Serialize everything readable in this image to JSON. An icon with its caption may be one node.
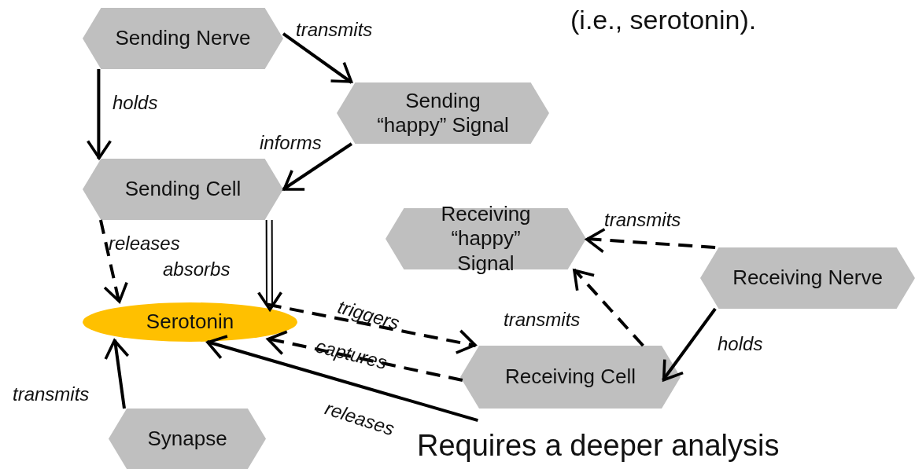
{
  "diagram": {
    "nodes": [
      {
        "text": [
          "Sending Nerve"
        ]
      },
      {
        "text": [
          "Sending “happy” Signal"
        ]
      },
      {
        "text": [
          "Sending Cell"
        ]
      },
      {
        "text": [
          "Receiving “happy” Signal"
        ]
      },
      {
        "text": [
          "Receiving Nerve"
        ]
      },
      {
        "text": [
          "Serotonin"
        ]
      },
      {
        "text": [
          "Receiving Cell"
        ]
      },
      {
        "text": [
          "Synapse"
        ]
      }
    ],
    "edges": [
      {
        "from": 0,
        "to": 1,
        "arrow": "to",
        "label": "transmits"
      },
      {
        "from": 0,
        "to": 2,
        "arrow": "to",
        "label": "holds"
      },
      {
        "from": 1,
        "to": 2,
        "arrow": "to",
        "label": "informs"
      },
      {
        "from": 2,
        "to": 5,
        "arrow": "to",
        "label": "releases",
        "style": "dashed"
      },
      {
        "from": 2,
        "to": 5,
        "arrow": "to",
        "label": "absorbs"
      },
      {
        "from": 5,
        "to": 6,
        "arrow": "to",
        "label": "triggers",
        "style": "dashed"
      },
      {
        "from": 6,
        "to": 5,
        "arrow": "to",
        "label": "captures",
        "style": "dashed"
      },
      {
        "from": 6,
        "to": 5,
        "arrow": "to",
        "label": "releases"
      },
      {
        "from": 4,
        "to": 3,
        "arrow": "to",
        "label": "transmits",
        "style": "dashed"
      },
      {
        "from": 6,
        "to": 3,
        "arrow": "to",
        "label": "transmits",
        "style": "dashed"
      },
      {
        "from": 4,
        "to": 6,
        "arrow": "to",
        "label": "holds"
      },
      {
        "from": 7,
        "to": 5,
        "arrow": "to",
        "label": "transmits"
      }
    ],
    "labels": [
      "(i.e., serotonin).",
      "Requires a deeper analysis"
    ]
  }
}
